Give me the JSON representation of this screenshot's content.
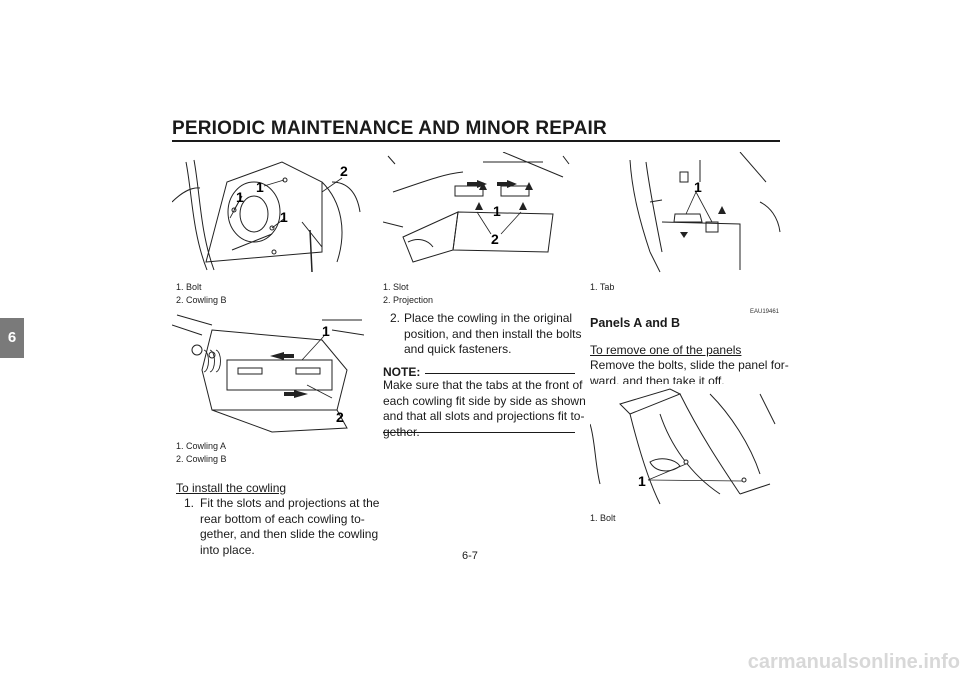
{
  "header": {
    "title": "PERIODIC MAINTENANCE AND MINOR REPAIR"
  },
  "side_tab": {
    "label": "6"
  },
  "fig1": {
    "callouts": [
      "1",
      "1",
      "1",
      "2"
    ],
    "captions": [
      "1. Bolt",
      "2. Cowling B"
    ]
  },
  "fig2": {
    "callouts": [
      "1",
      "2"
    ],
    "captions": [
      "1. Cowling A",
      "2. Cowling B"
    ]
  },
  "fig3": {
    "callouts": [
      "1",
      "2"
    ],
    "captions": [
      "1. Slot",
      "2. Projection"
    ]
  },
  "fig4": {
    "callouts": [
      "1"
    ],
    "captions": [
      "1. Tab"
    ]
  },
  "fig5": {
    "callouts": [
      "1"
    ],
    "captions": [
      "1. Bolt"
    ]
  },
  "col1": {
    "install_heading": "To install the cowling",
    "step1_num": "1.",
    "step1_lines": [
      "Fit the slots and projections at the",
      "rear bottom of each cowling to-",
      "gether, and then slide the cowling",
      "into place."
    ]
  },
  "col2": {
    "step2_num": "2.",
    "step2_lines": [
      "Place the cowling in the original",
      "position, and then install the bolts",
      "and quick fasteners."
    ],
    "note_label": "NOTE:",
    "note_lines": [
      "Make sure that the tabs at the front of",
      "each cowling fit side by side as shown",
      "and that all slots and projections fit to-",
      "gether."
    ]
  },
  "col3": {
    "code": "EAU19461",
    "section_title": "Panels A and B",
    "remove_heading": "To remove one of the panels",
    "remove_lines": [
      "Remove the bolts, slide the panel for-",
      "ward, and then take it off."
    ]
  },
  "footer": {
    "page_number": "6-7",
    "watermark": "carmanualsonline.info"
  }
}
